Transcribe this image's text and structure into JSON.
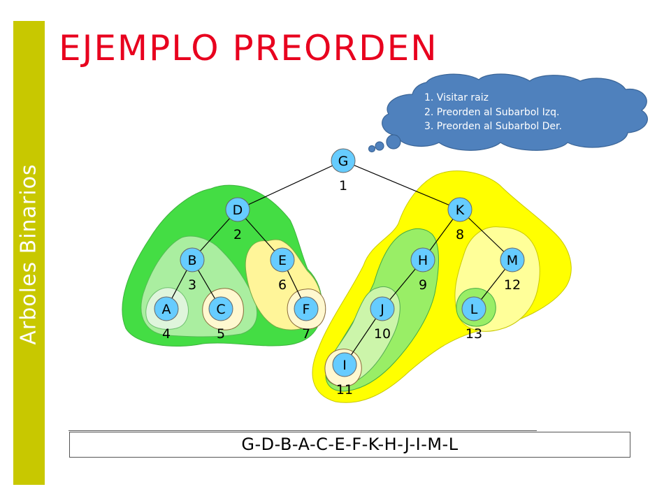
{
  "slide": {
    "title": "EJEMPLO PREORDEN",
    "sidebar_title": "Arboles Binarios",
    "accent_color": "#c8c800",
    "title_color": "#e8001e"
  },
  "bubble": {
    "color": "#4f81bd",
    "steps": [
      "1. Visitar raiz",
      "2. Preorden al Subarbol Izq.",
      "3. Preorden al Subarbol Der."
    ]
  },
  "tree": {
    "node_fill": "#66ccff",
    "nodes": [
      {
        "id": "G",
        "label": "G",
        "order": "1"
      },
      {
        "id": "D",
        "label": "D",
        "order": "2"
      },
      {
        "id": "B",
        "label": "B",
        "order": "3"
      },
      {
        "id": "A",
        "label": "A",
        "order": "4"
      },
      {
        "id": "C",
        "label": "C",
        "order": "5"
      },
      {
        "id": "E",
        "label": "E",
        "order": "6"
      },
      {
        "id": "F",
        "label": "F",
        "order": "7"
      },
      {
        "id": "K",
        "label": "K",
        "order": "8"
      },
      {
        "id": "H",
        "label": "H",
        "order": "9"
      },
      {
        "id": "J",
        "label": "J",
        "order": "10"
      },
      {
        "id": "I",
        "label": "I",
        "order": "11"
      },
      {
        "id": "M",
        "label": "M",
        "order": "12"
      },
      {
        "id": "L",
        "label": "L",
        "order": "13"
      }
    ],
    "edges": [
      [
        "G",
        "D"
      ],
      [
        "G",
        "K"
      ],
      [
        "D",
        "B"
      ],
      [
        "D",
        "E"
      ],
      [
        "B",
        "A"
      ],
      [
        "B",
        "C"
      ],
      [
        "E",
        "F"
      ],
      [
        "K",
        "H"
      ],
      [
        "K",
        "M"
      ],
      [
        "H",
        "J"
      ],
      [
        "J",
        "I"
      ],
      [
        "M",
        "L"
      ]
    ]
  },
  "result": {
    "sequence": "G-D-B-A-C-E-F-K-H-J-I-M-L"
  }
}
